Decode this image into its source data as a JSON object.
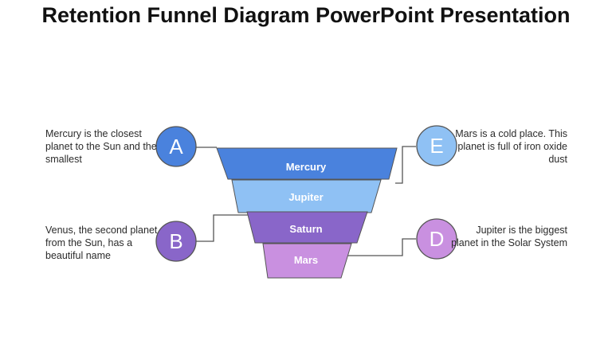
{
  "title": "Retention Funnel Diagram PowerPoint Presentation",
  "funnel": {
    "stages": [
      {
        "label": "Mercury",
        "color": "#4a82dd"
      },
      {
        "label": "Jupiter",
        "color": "#8fc1f4"
      },
      {
        "label": "Saturn",
        "color": "#8966c9"
      },
      {
        "label": "Mars",
        "color": "#c990e0"
      }
    ]
  },
  "markers": {
    "A": {
      "letter": "A",
      "color": "#4a82dd"
    },
    "E": {
      "letter": "E",
      "color": "#8fc1f4"
    },
    "B": {
      "letter": "B",
      "color": "#8966c9"
    },
    "D": {
      "letter": "D",
      "color": "#c990e0"
    }
  },
  "descriptions": {
    "A": "Mercury is the closest planet to the Sun and the smallest",
    "E": "Mars is a cold place. This planet is full of iron oxide dust",
    "B": "Venus, the second planet from the Sun, has a beautiful name",
    "D": "Jupiter is the biggest planet in the Solar System"
  },
  "colors": {
    "outline": "#555555",
    "connector": "#555555"
  }
}
